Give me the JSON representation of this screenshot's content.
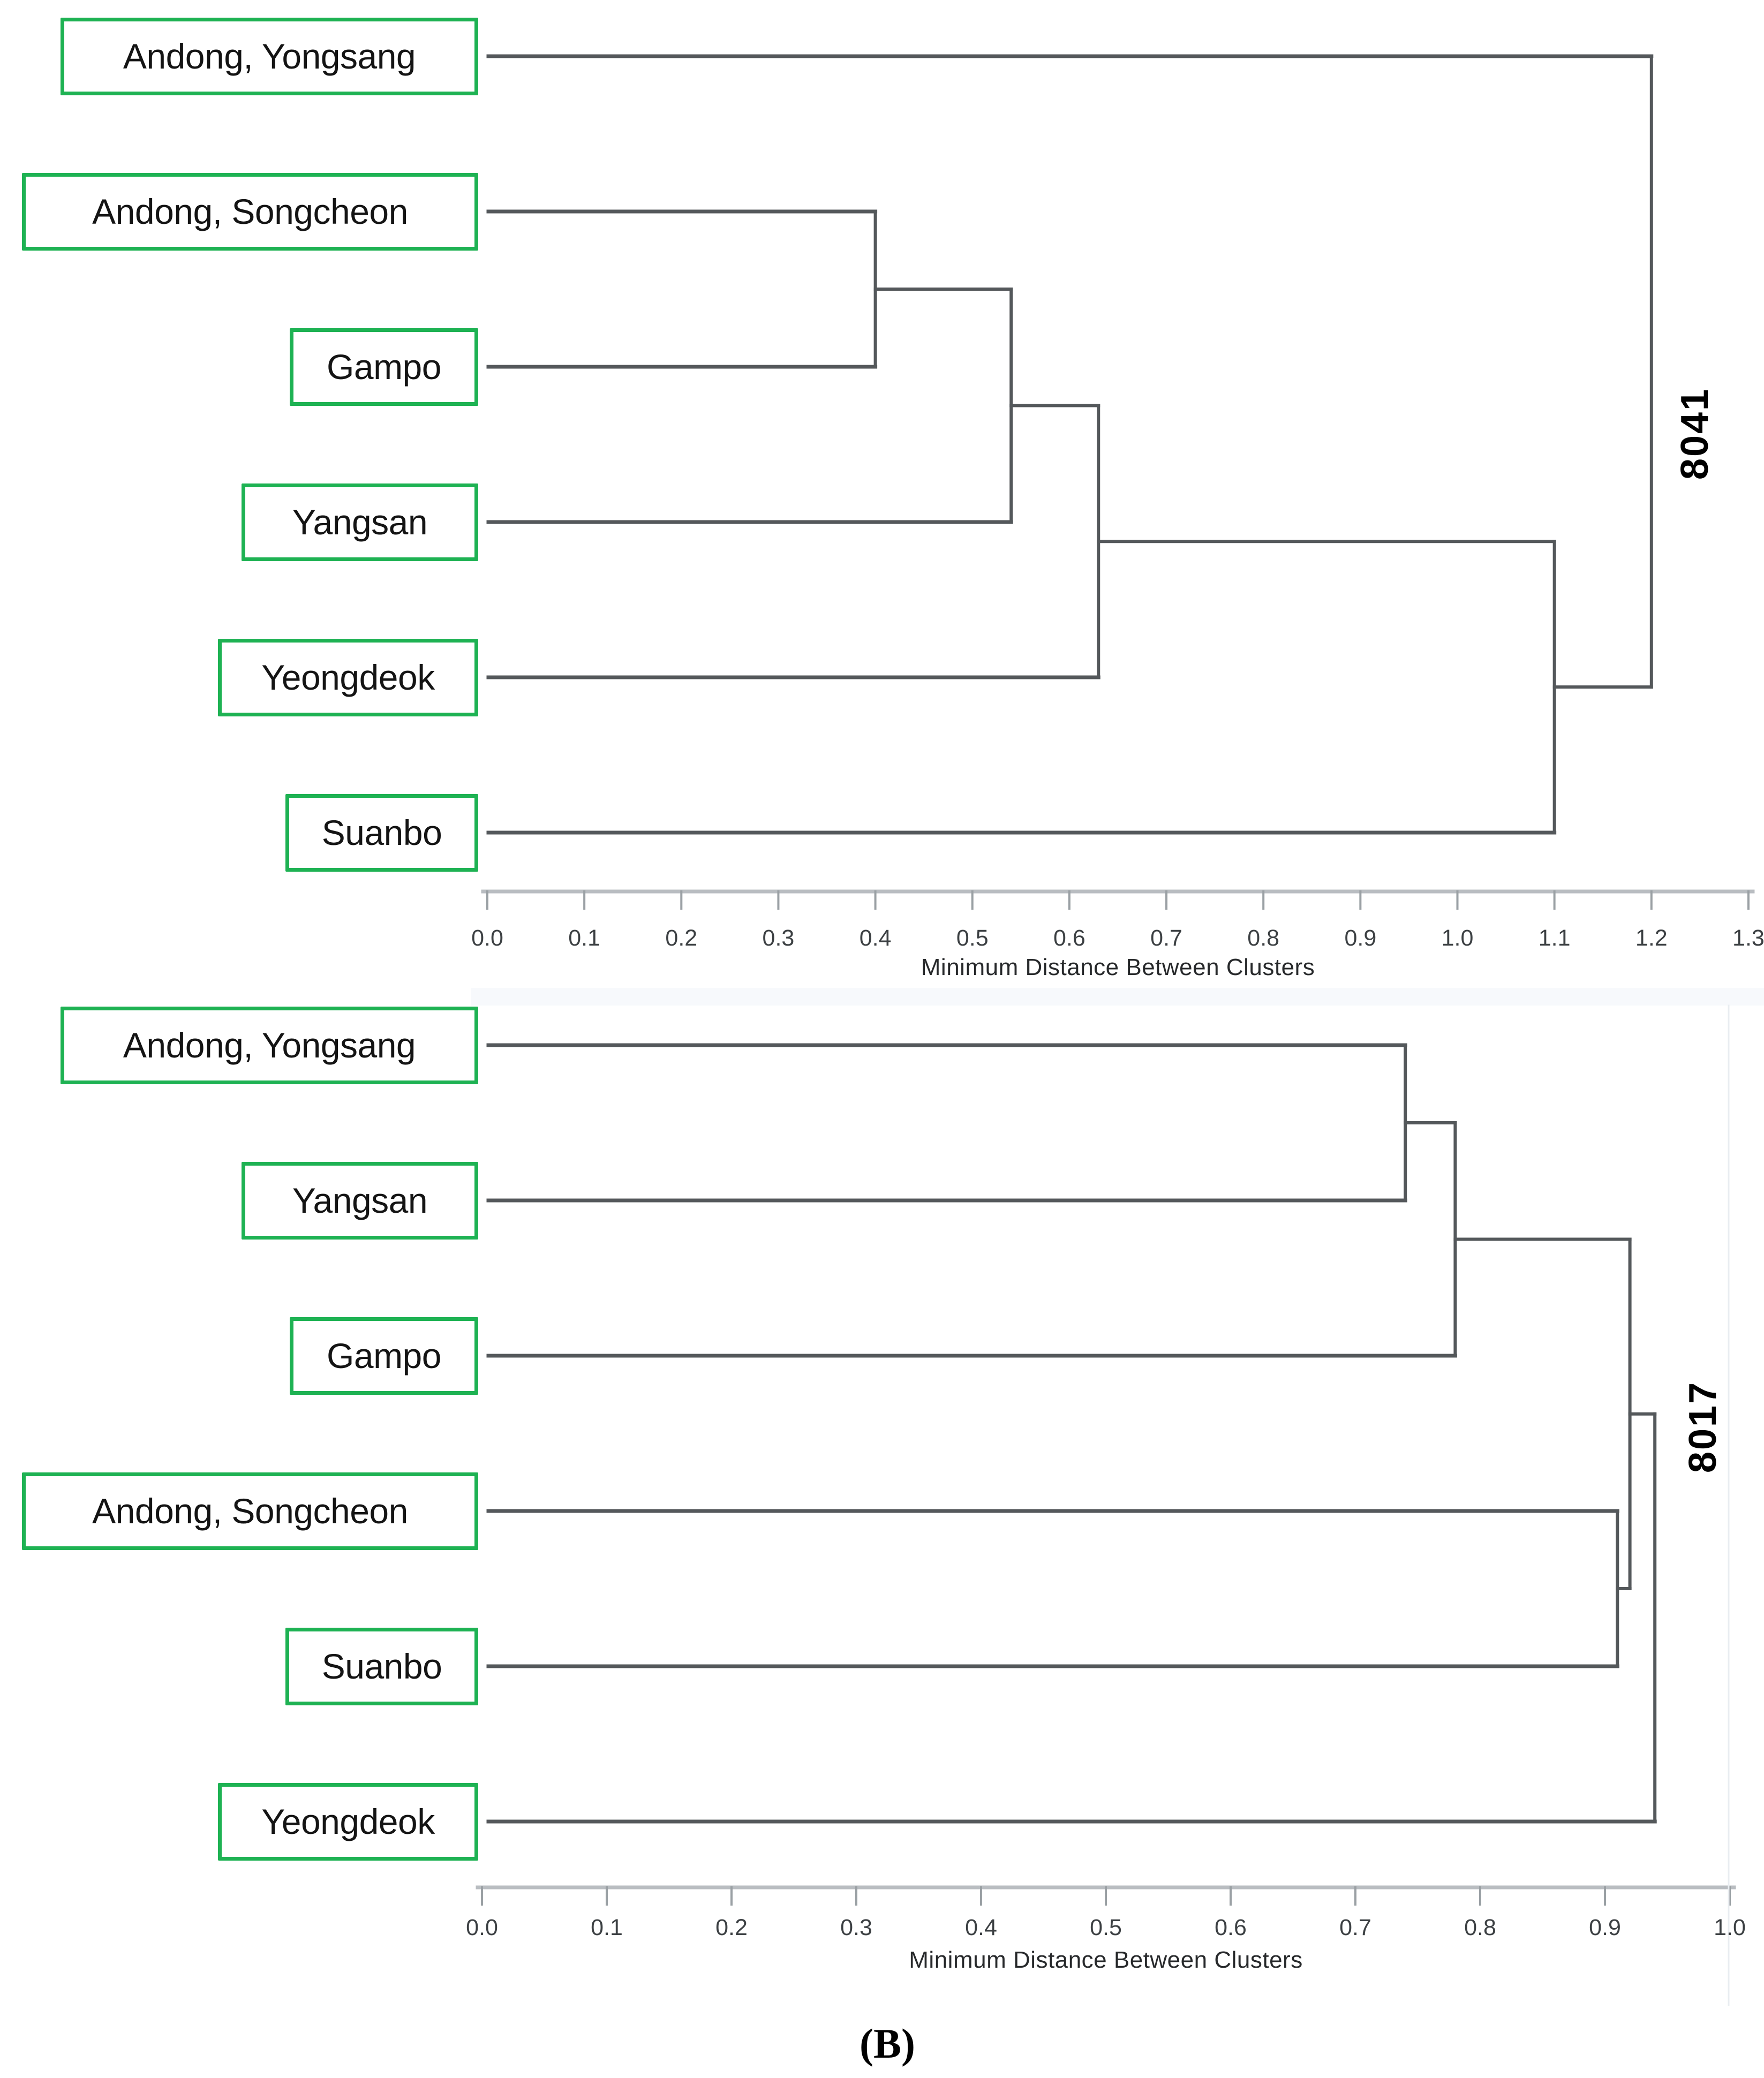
{
  "figure": {
    "caption": "(B)",
    "background_color": "#ffffff",
    "accent_green": "#1eb253",
    "link_line_color": "#54585b",
    "axis_line_color": "#b9bdc1",
    "tick_color": "#9aa0a4"
  },
  "chart_data": [
    {
      "type": "dendrogram",
      "orientation": "horizontal",
      "group_label": "8041",
      "leaves": [
        "Andong, Yongsang",
        "Andong, Songcheon",
        "Gampo",
        "Yangsan",
        "Yeongdeok",
        "Suanbo"
      ],
      "linkage": [
        {
          "children": [
            1,
            2
          ],
          "distance": 0.4
        },
        {
          "children": [
            "m0",
            3
          ],
          "distance": 0.54
        },
        {
          "children": [
            "m1",
            4
          ],
          "distance": 0.63
        },
        {
          "children": [
            "m2",
            5
          ],
          "distance": 1.1
        },
        {
          "children": [
            0,
            "m3"
          ],
          "distance": 1.2
        }
      ],
      "xlabel": "Minimum Distance Between Clusters",
      "axis_ticks": [
        "0.0",
        "0.1",
        "0.2",
        "0.3",
        "0.4",
        "0.5",
        "0.6",
        "0.7",
        "0.8",
        "0.9",
        "1.0",
        "1.1",
        "1.2",
        "1.3"
      ],
      "xlim": [
        0.0,
        1.3
      ],
      "grid": false
    },
    {
      "type": "dendrogram",
      "orientation": "horizontal",
      "group_label": "8017",
      "leaves": [
        "Andong, Yongsang",
        "Yangsan",
        "Gampo",
        "Andong, Songcheon",
        "Suanbo",
        "Yeongdeok"
      ],
      "linkage": [
        {
          "children": [
            0,
            1
          ],
          "distance": 0.74
        },
        {
          "children": [
            "m0",
            2
          ],
          "distance": 0.78
        },
        {
          "children": [
            3,
            4
          ],
          "distance": 0.91
        },
        {
          "children": [
            "m1",
            "m2"
          ],
          "distance": 0.92
        },
        {
          "children": [
            "m3",
            5
          ],
          "distance": 0.94
        }
      ],
      "xlabel": "Minimum Distance Between Clusters",
      "axis_ticks": [
        "0.0",
        "0.1",
        "0.2",
        "0.3",
        "0.4",
        "0.5",
        "0.6",
        "0.7",
        "0.8",
        "0.9",
        "1.0"
      ],
      "xlim": [
        0.0,
        1.0
      ],
      "grid": false
    }
  ]
}
